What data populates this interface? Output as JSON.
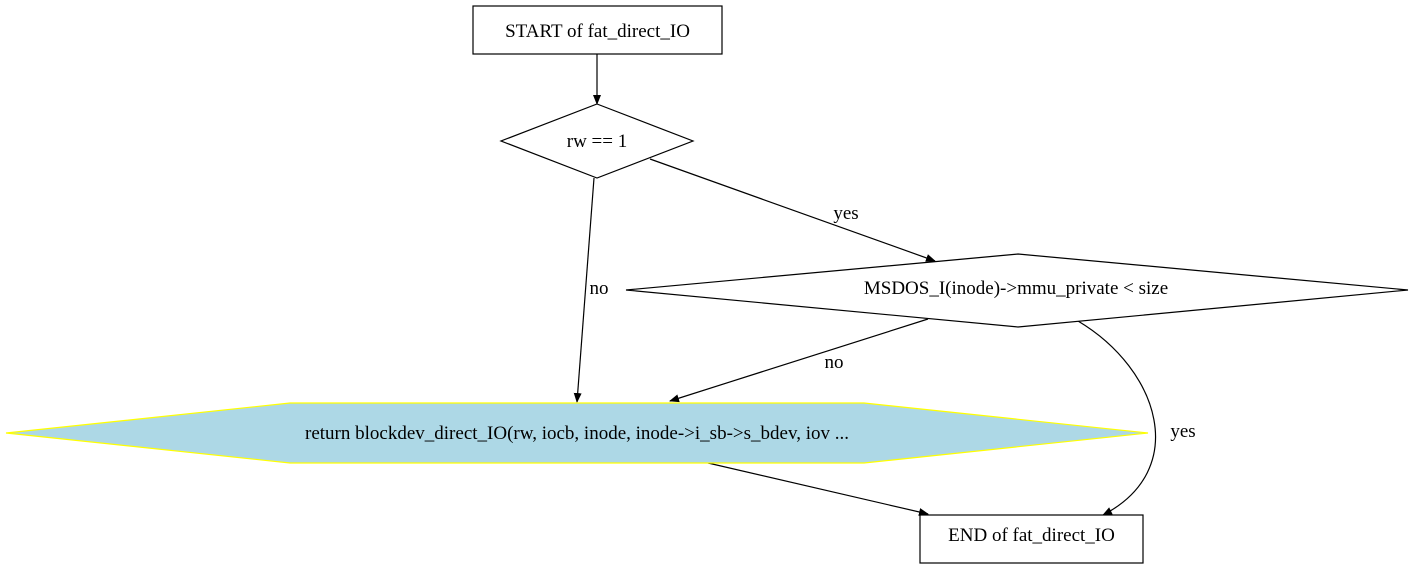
{
  "diagram": {
    "nodes": {
      "start": {
        "label": "START of fat_direct_IO",
        "shape": "box"
      },
      "cond_rw": {
        "label": "rw == 1",
        "shape": "diamond"
      },
      "cond_mmu": {
        "label": "MSDOS_I(inode)->mmu_private < size",
        "shape": "diamond"
      },
      "ret": {
        "label": "return blockdev_direct_IO(rw, iocb, inode, inode->i_sb->s_bdev, iov ...",
        "shape": "hexagon",
        "fill": "#add8e6",
        "stroke": "#ffff00"
      },
      "end": {
        "label": "END of fat_direct_IO",
        "shape": "box"
      }
    },
    "edges": {
      "start_to_rw": {
        "from": "START of fat_direct_IO",
        "to": "rw == 1",
        "label": ""
      },
      "rw_yes": {
        "from": "rw == 1",
        "to": "MSDOS_I(inode)->mmu_private < size",
        "label": "yes"
      },
      "rw_no": {
        "from": "rw == 1",
        "to": "return blockdev_direct_IO(...)",
        "label": "no"
      },
      "mmu_no": {
        "from": "MSDOS_I(inode)->mmu_private < size",
        "to": "return blockdev_direct_IO(...)",
        "label": "no"
      },
      "mmu_yes": {
        "from": "MSDOS_I(inode)->mmu_private < size",
        "to": "END of fat_direct_IO",
        "label": "yes"
      },
      "ret_to_end": {
        "from": "return blockdev_direct_IO(...)",
        "to": "END of fat_direct_IO",
        "label": ""
      }
    }
  }
}
